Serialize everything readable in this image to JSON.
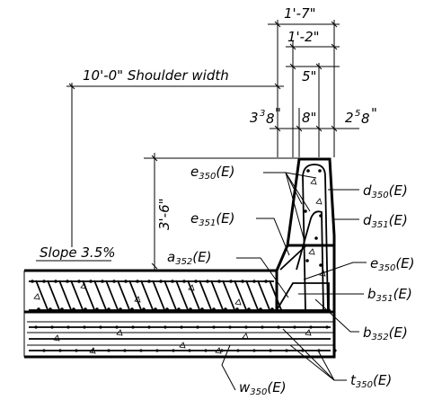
{
  "dimensions": {
    "top_1": "1'-7\"",
    "top_2": "1'-2\"",
    "top_3": "5\"",
    "shoulder_width": "10'-0\" Shoulder width",
    "left_gap_main": "3",
    "left_gap_frac": "3",
    "left_gap_den": "8",
    "left_gap_unit": "\"",
    "parapet_width": "8\"",
    "right_gap_main": "2",
    "right_gap_frac": "5",
    "right_gap_den": "8",
    "right_gap_unit": "\"",
    "height": "3'-6\"",
    "slope": "Slope 3.5%"
  },
  "bar_labels": {
    "e350_top": {
      "letter": "e",
      "sub": "350",
      "suffix": "(E)"
    },
    "d350": {
      "letter": "d",
      "sub": "350",
      "suffix": "(E)"
    },
    "e351": {
      "letter": "e",
      "sub": "351",
      "suffix": "(E)"
    },
    "d351": {
      "letter": "d",
      "sub": "351",
      "suffix": "(E)"
    },
    "a352": {
      "letter": "a",
      "sub": "352",
      "suffix": "(E)"
    },
    "e350_right": {
      "letter": "e",
      "sub": "350",
      "suffix": "(E)"
    },
    "b351": {
      "letter": "b",
      "sub": "351",
      "suffix": "(E)"
    },
    "b352": {
      "letter": "b",
      "sub": "352",
      "suffix": "(E)"
    },
    "w350": {
      "letter": "w",
      "sub": "350",
      "suffix": "(E)"
    },
    "t350": {
      "letter": "t",
      "sub": "350",
      "suffix": "(E)"
    }
  }
}
